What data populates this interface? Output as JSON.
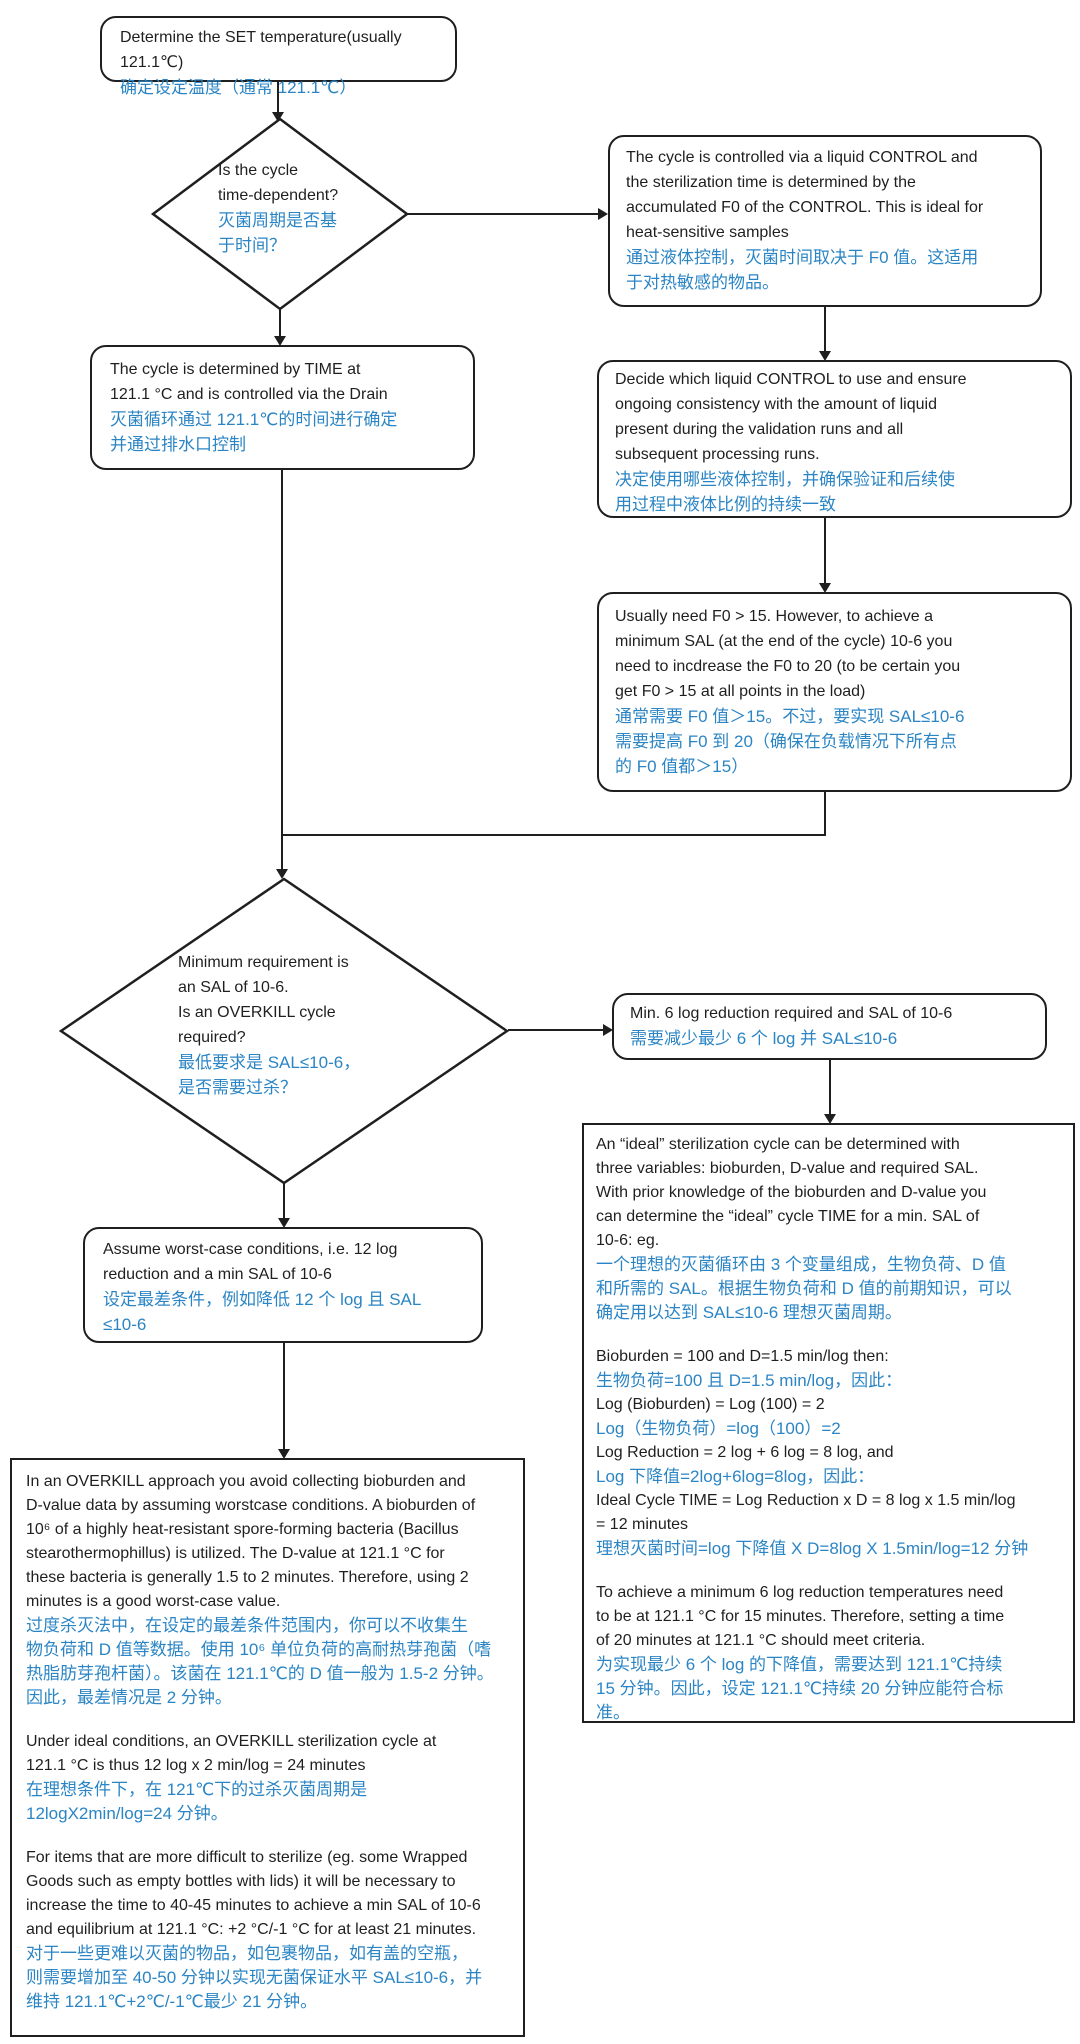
{
  "colors": {
    "english_text": "#1f1f1f",
    "chinese_text": "#2b85c4",
    "line": "#1f1f1f",
    "background": "#ffffff"
  },
  "nodes": {
    "start": {
      "en": "Determine the SET temperature(usually 121.1℃)",
      "cn": "确定设定温度（通常 121.1℃）"
    },
    "d1": {
      "en": "Is the cycle\ntime-dependent?",
      "cn": "灭菌周期是否基\n于时间？"
    },
    "liquid": {
      "en": "The cycle is controlled via a liquid CONTROL and\nthe sterilization time is determined by the\naccumulated F0 of the CONTROL. This is ideal for\nheat-sensitive samples",
      "cn": "通过液体控制，灭菌时间取决于 F0 值。这适用\n于对热敏感的物品。"
    },
    "time": {
      "en": "The cycle is determined by TIME at\n121.1 °C and is controlled via the Drain",
      "cn": "灭菌循环通过 121.1℃的时间进行确定\n并通过排水口控制"
    },
    "decide": {
      "en": "Decide which liquid CONTROL to use and ensure\nongoing consistency with the amount of liquid\npresent during the validation runs and all\nsubsequent processing runs.",
      "cn": "决定使用哪些液体控制，并确保验证和后续使\n用过程中液体比例的持续一致"
    },
    "f0": {
      "en": "Usually need F0 > 15. However, to achieve a\nminimum SAL (at the end of the cycle) 10-6 you\nneed to incdrease the F0 to 20 (to be certain you\nget F0 > 15 at all points in the load)",
      "cn": "通常需要 F0 值＞15。不过，要实现 SAL≤10-6\n需要提高 F0 到 20（确保在负载情况下所有点\n的 F0 值都＞15）"
    },
    "d2": {
      "en": "Minimum requirement is\nan SAL of 10-6.\nIs an OVERKILL cycle\nrequired?",
      "cn": "最低要求是 SAL≤10-6，\n是否需要过杀？"
    },
    "minlog": {
      "en": "Min. 6 log reduction required and SAL of 10-6",
      "cn": "需要减少最少 6 个 log 并 SAL≤10-6"
    },
    "worst": {
      "en": "Assume worst-case conditions, i.e. 12 log\nreduction and a min SAL of 10-6",
      "cn": "设定最差条件，例如降低 12 个 log 且 SAL\n≤10-6"
    },
    "ideal": {
      "p1_en": "An “ideal” sterilization cycle can be determined with\nthree variables: bioburden, D-value and required SAL.\nWith prior knowledge of the bioburden and D-value you\ncan determine the “ideal” cycle TIME for a min. SAL of\n10-6: eg.",
      "p1_cn": "一个理想的灭菌循环由 3 个变量组成，生物负荷、D 值\n和所需的 SAL。根据生物负荷和 D 值的前期知识，可以\n确定用以达到 SAL≤10-6 理想灭菌周期。",
      "l1_en": "Bioburden = 100 and D=1.5 min/log then:",
      "l1_cn": "生物负荷=100 且 D=1.5 min/log，因此：",
      "l2_en": "Log (Bioburden) = Log (100) = 2",
      "l2_cn": "Log（生物负荷）=log（100）=2",
      "l3_en": "Log Reduction = 2 log + 6 log = 8 log, and",
      "l3_cn": "Log 下降值=2log+6log=8log，因此：",
      "l4_en": "Ideal Cycle TIME = Log Reduction x D = 8 log x 1.5 min/log\n= 12 minutes",
      "l4_cn": "理想灭菌时间=log 下降值 X D=8log X 1.5min/log=12 分钟",
      "p3_en": "To achieve a minimum 6 log reduction temperatures need\nto be at 121.1 °C for 15 minutes. Therefore, setting a time\nof 20 minutes at 121.1 °C should meet criteria.",
      "p3_cn": "为实现最少 6 个 log 的下降值，需要达到 121.1℃持续\n15 分钟。因此，设定 121.1℃持续 20 分钟应能符合标\n准。"
    },
    "overkill": {
      "p1_en": "In an OVERKILL approach you avoid collecting bioburden and\nD-value data by assuming worstcase conditions. A bioburden of\n10⁶ of a highly heat-resistant spore-forming bacteria (Bacillus\nstearothermophillus) is utilized. The D-value at 121.1 °C for\nthese bacteria is generally 1.5 to 2 minutes. Therefore, using 2\nminutes is a good worst-case value.",
      "p1_cn": "过度杀灭法中，在设定的最差条件范围内，你可以不收集生\n物负荷和 D 值等数据。使用 10⁶ 单位负荷的高耐热芽孢菌（嗜\n热脂肪芽孢杆菌）。该菌在 121.1℃的 D 值一般为 1.5-2 分钟。\n因此，最差情况是 2 分钟。",
      "p2_en": "Under ideal conditions, an OVERKILL sterilization cycle at\n121.1 °C is thus 12 log x 2 min/log = 24 minutes",
      "p2_cn": "在理想条件下，在 121℃下的过杀灭菌周期是\n12logX2min/log=24 分钟。",
      "p3_en": "For items that are more difficult to sterilize (eg. some Wrapped\nGoods such as empty bottles with lids) it will be necessary to\nincrease the time to 40-45 minutes to achieve a min SAL of 10-6\nand equilibrium at 121.1 °C: +2 °C/-1 °C for at least 21 minutes.",
      "p3_cn": "对于一些更难以灭菌的物品，如包裹物品，如有盖的空瓶，\n则需要增加至 40-50 分钟以实现无菌保证水平 SAL≤10-6，并\n维持 121.1℃+2℃/-1℃最少 21 分钟。"
    }
  }
}
